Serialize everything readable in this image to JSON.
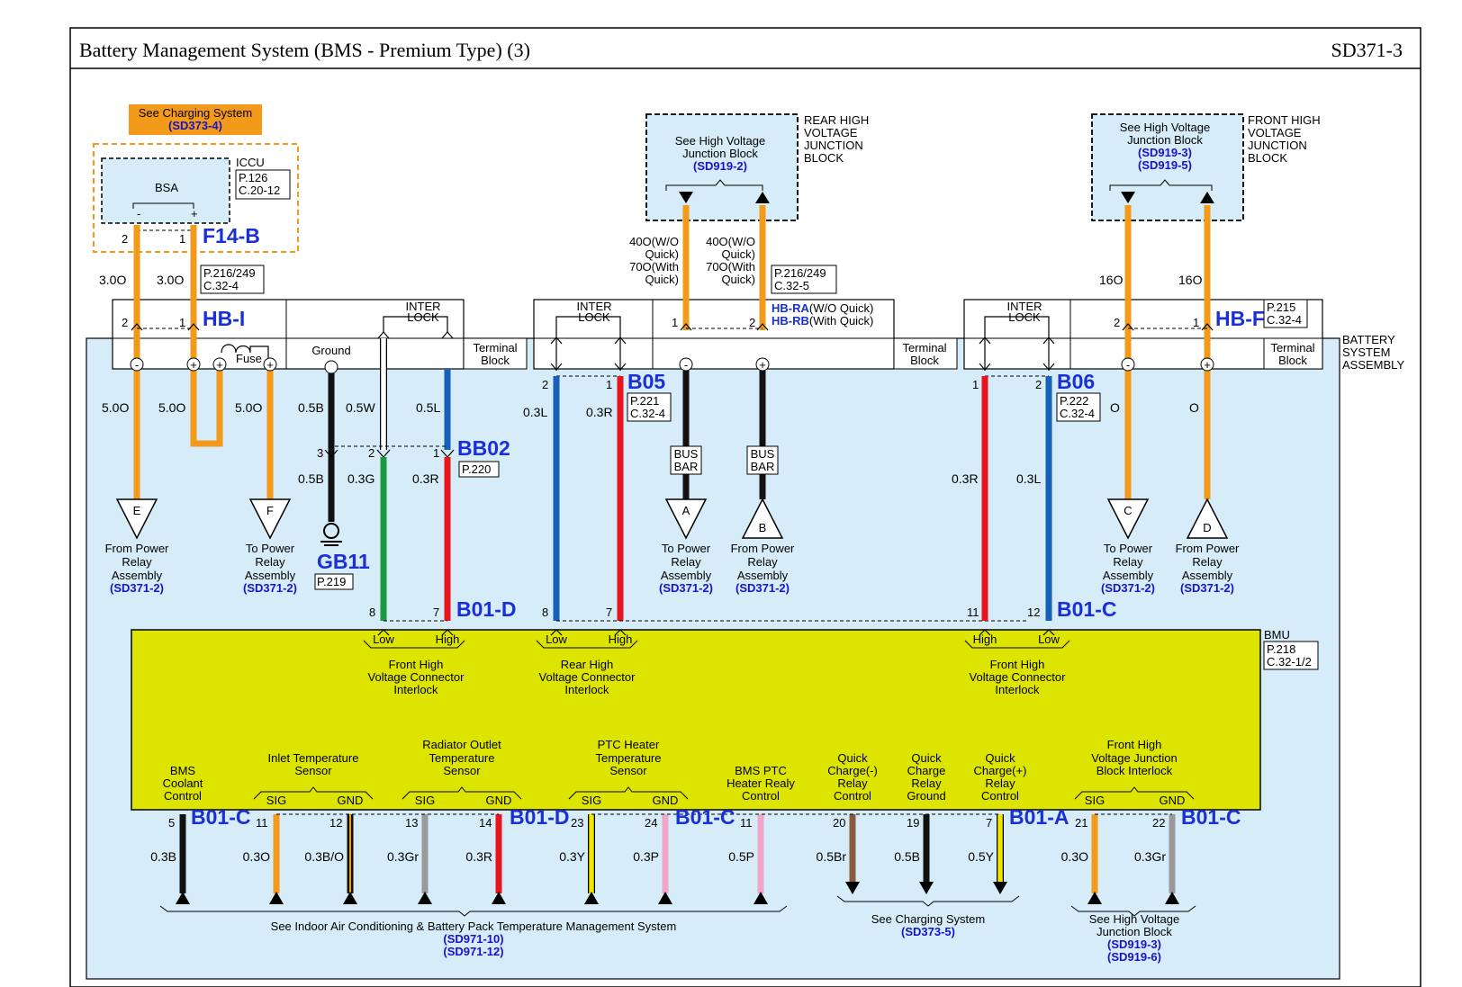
{
  "header": {
    "title": "Battery Management System (BMS - Premium Type) (3)",
    "page_code": "SD371-3"
  },
  "colors": {
    "orange": "#f39a1a",
    "red": "#e8141e",
    "blue": "#1660b8",
    "green": "#1a9a3c",
    "black": "#111111",
    "gray": "#9a9a9a",
    "pink": "#f0a6c8",
    "yellow": "#f0e400",
    "brown": "#8b5a3c",
    "bmu_fill": "#dde400",
    "assembly_fill": "#d6ecf8",
    "link_blue": "#1a2fd6"
  },
  "top_left": {
    "charging_ref_title": "See Charging System",
    "charging_ref_code": "(SD373-4)",
    "iccu_label": "ICCU",
    "iccu_page": "P.126",
    "iccu_conn": "C.20-12",
    "bsa_label": "BSA",
    "bsa_minus": "-",
    "bsa_plus": "+",
    "f14b": "F14-B",
    "pin_2": "2",
    "pin_1": "1",
    "wire_30o_a": "3.0O",
    "wire_30o_b": "3.0O",
    "hbi_page": "P.216/249",
    "hbi_conn": "C.32-4",
    "hbi": "HB-I",
    "hbi_pin_2": "2",
    "hbi_pin_1": "1"
  },
  "rear_hvjb": {
    "title_1": "See High Voltage",
    "title_2": "Junction Block",
    "code": "(SD919-2)",
    "side_1": "REAR HIGH",
    "side_2": "VOLTAGE",
    "side_3": "JUNCTION",
    "side_4": "BLOCK",
    "wire_a_1": "40O(W/O",
    "wire_a_2": "Quick)",
    "wire_a_3": "70O(With",
    "wire_a_4": "Quick)",
    "wire_b_1": "40O(W/O",
    "wire_b_2": "Quick)",
    "wire_b_3": "70O(With",
    "wire_b_4": "Quick)",
    "page": "P.216/249",
    "conn": "C.32-5",
    "hbra": "HB-RA",
    "hbra_note": "(W/O Quick)",
    "hbrb": "HB-RB",
    "hbrb_note": "(With Quick)",
    "pin_1": "1",
    "pin_2": "2"
  },
  "front_hvjb": {
    "title_1": "See High Voltage",
    "title_2": "Junction Block",
    "code_1": "(SD919-3)",
    "code_2": "(SD919-5)",
    "side_1": "FRONT HIGH",
    "side_2": "VOLTAGE",
    "side_3": "JUNCTION",
    "side_4": "BLOCK",
    "wire_a": "16O",
    "wire_b": "16O",
    "hbf": "HB-F",
    "hbf_page": "P.215",
    "hbf_conn": "C.32-4",
    "pin_2": "2",
    "pin_1": "1"
  },
  "assembly": {
    "label_1": "BATTERY",
    "label_2": "SYSTEM",
    "label_3": "ASSEMBLY",
    "terminal_1": "Terminal",
    "terminal_2": "Block",
    "interlock_1": "INTER",
    "interlock_2": "LOCK",
    "fuse": "Fuse",
    "ground": "Ground",
    "minus": "-",
    "plus": "+"
  },
  "left_section": {
    "w_50o_a": "5.0O",
    "w_50o_b": "5.0O",
    "w_50o_c": "5.0O",
    "w_05b": "0.5B",
    "w_05w": "0.5W",
    "w_05l": "0.5L",
    "w_05b_2": "0.5B",
    "w_03g": "0.3G",
    "w_03r": "0.3R",
    "bb02": "BB02",
    "bb02_page": "P.220",
    "bb_pin_3": "3",
    "bb_pin_2": "2",
    "bb_pin_1": "1",
    "e_letter": "E",
    "e_1": "From Power",
    "e_2": "Relay",
    "e_3": "Assembly",
    "e_ref": "(SD371-2)",
    "f_letter": "F",
    "f_1": "To Power",
    "f_2": "Relay",
    "f_3": "Assembly",
    "f_ref": "(SD371-2)",
    "gb11": "GB11",
    "gb11_page": "P.219",
    "b01d_bot": "B01-D",
    "pin_8": "8",
    "pin_7": "7"
  },
  "mid_section": {
    "b05": "B05",
    "b05_page": "P.221",
    "b05_conn": "C.32-4",
    "pin_2": "2",
    "pin_1": "1",
    "w_03l": "0.3L",
    "w_03r": "0.3R",
    "busbar_1": "BUS",
    "busbar_2": "BAR",
    "a_letter": "A",
    "a_1": "To Power",
    "a_2": "Relay",
    "a_3": "Assembly",
    "a_ref": "(SD371-2)",
    "b_letter": "B",
    "b_1": "From Power",
    "b_2": "Relay",
    "b_3": "Assembly",
    "b_ref": "(SD371-2)",
    "pin_8": "8",
    "pin_7": "7"
  },
  "right_section": {
    "b06": "B06",
    "b06_page": "P.222",
    "b06_conn": "C.32-4",
    "pin_1": "1",
    "pin_2": "2",
    "w_03r": "0.3R",
    "w_03l": "0.3L",
    "w_o_a": "O",
    "w_o_b": "O",
    "c_letter": "C",
    "c_1": "To Power",
    "c_2": "Relay",
    "c_3": "Assembly",
    "c_ref": "(SD371-2)",
    "d_letter": "D",
    "d_1": "From Power",
    "d_2": "Relay",
    "d_3": "Assembly",
    "d_ref": "(SD371-2)",
    "b01c_top": "B01-C",
    "pin_11": "11",
    "pin_12": "12"
  },
  "bmu": {
    "label": "BMU",
    "page": "P.218",
    "conn": "C.32-1/2",
    "low": "Low",
    "high": "High",
    "fhvci_1": "Front High",
    "fhvci_2": "Voltage Connector",
    "fhvci_3": "Interlock",
    "rhvci_1": "Rear High",
    "rhvci_2": "Voltage Connector",
    "rhvci_3": "Interlock",
    "fhvci2_1": "Front High",
    "fhvci2_2": "Voltage Connector",
    "fhvci2_3": "Interlock",
    "bms_cool_1": "BMS",
    "bms_cool_2": "Coolant",
    "bms_cool_3": "Control",
    "inlet_1": "Inlet Temperature",
    "inlet_2": "Sensor",
    "rad_1": "Radiator Outlet",
    "rad_2": "Temperature",
    "rad_3": "Sensor",
    "ptc_1": "PTC Heater",
    "ptc_2": "Temperature",
    "ptc_3": "Sensor",
    "ptcr_1": "BMS PTC",
    "ptcr_2": "Heater Realy",
    "ptcr_3": "Control",
    "qcm_1": "Quick",
    "qcm_2": "Charge(-)",
    "qcm_3": "Relay",
    "qcm_4": "Control",
    "qcg_1": "Quick",
    "qcg_2": "Charge",
    "qcg_3": "Relay",
    "qcg_4": "Ground",
    "qcp_1": "Quick",
    "qcp_2": "Charge(+)",
    "qcp_3": "Relay",
    "qcp_4": "Control",
    "fhvjb_1": "Front High",
    "fhvjb_2": "Voltage Junction",
    "fhvjb_3": "Block Interlock",
    "sig": "SIG",
    "gnd": "GND"
  },
  "bottom": {
    "b01c_a": "B01-C",
    "b01d": "B01-D",
    "b01c_b": "B01-C",
    "b01a": "B01-A",
    "b01c_c": "B01-C",
    "p5": "5",
    "p11a": "11",
    "p12": "12",
    "p13": "13",
    "p14": "14",
    "p23": "23",
    "p24": "24",
    "p11b": "11",
    "p20": "20",
    "p19": "19",
    "p7": "7",
    "p21": "21",
    "p22": "22",
    "w1": "0.3B",
    "w2": "0.3O",
    "w3": "0.3B/O",
    "w4": "0.3Gr",
    "w5": "0.3R",
    "w6": "0.3Y",
    "w7": "0.3P",
    "w8": "0.5P",
    "w9": "0.5Br",
    "w10": "0.5B",
    "w11": "0.5Y",
    "w12": "0.3O",
    "w13": "0.3Gr",
    "indoor_1": "See Indoor Air Conditioning & Battery Pack Temperature Management System",
    "indoor_ref1": "(SD971-10)",
    "indoor_ref2": "(SD971-12)",
    "charge_1": "See Charging System",
    "charge_ref": "(SD373-5)",
    "hv_1": "See High Voltage",
    "hv_2": "Junction Block",
    "hv_ref1": "(SD919-3)",
    "hv_ref2": "(SD919-6)"
  }
}
